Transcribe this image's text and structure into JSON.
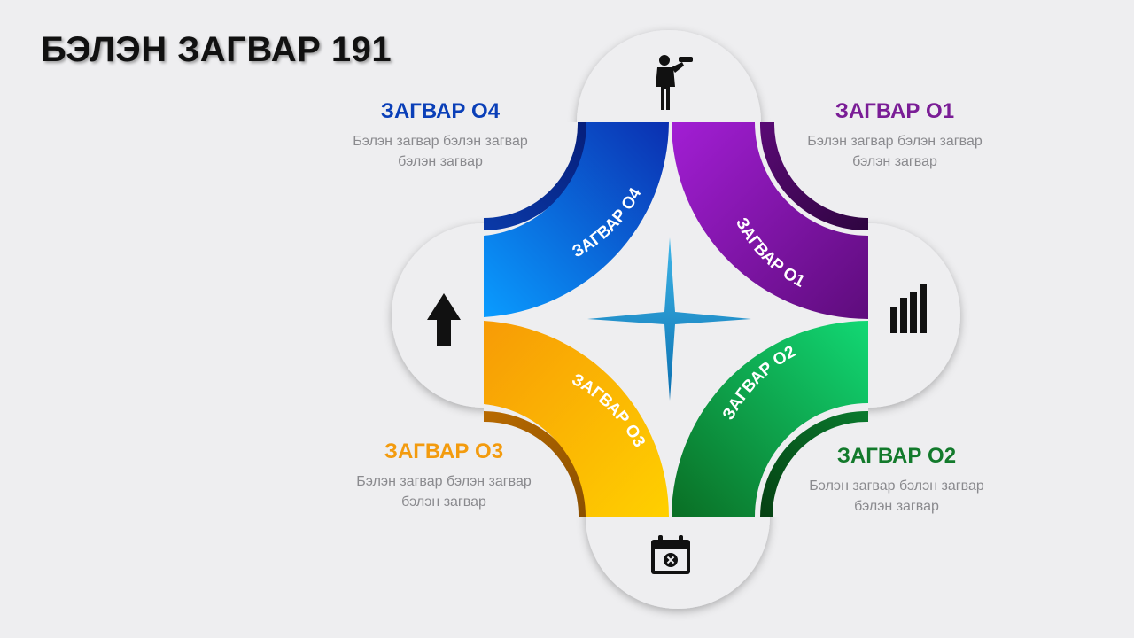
{
  "title": "БЭЛЭН ЗАГВАР 191",
  "segments": [
    {
      "id": "o1",
      "ring_label": "ЗАГВАР О1",
      "heading": "ЗАГВАР О1",
      "desc_line1": "Бэлэн загвар бэлэн загвар",
      "desc_line2": "бэлэн загвар",
      "color": "#7a1d96",
      "icon": "bar-chart-icon"
    },
    {
      "id": "o2",
      "ring_label": "ЗАГВАР О2",
      "heading": "ЗАГВАР О2",
      "desc_line1": "Бэлэн загвар бэлэн загвар",
      "desc_line2": "бэлэн загвар",
      "color": "#137a2c",
      "icon": "calendar-x-icon"
    },
    {
      "id": "o3",
      "ring_label": "ЗАГВАР О3",
      "heading": "ЗАГВАР О3",
      "desc_line1": "Бэлэн загвар бэлэн загвар",
      "desc_line2": "бэлэн загвар",
      "color": "#f39b0e",
      "icon": "up-arrow-icon"
    },
    {
      "id": "o4",
      "ring_label": "ЗАГВАР О4",
      "heading": "ЗАГВАР О4",
      "desc_line1": "Бэлэн загвар бэлэн загвар",
      "desc_line2": "бэлэн загвар",
      "color": "#0a3fb8",
      "icon": "businessman-telescope-icon"
    }
  ],
  "center_icon": "four-point-star-icon"
}
